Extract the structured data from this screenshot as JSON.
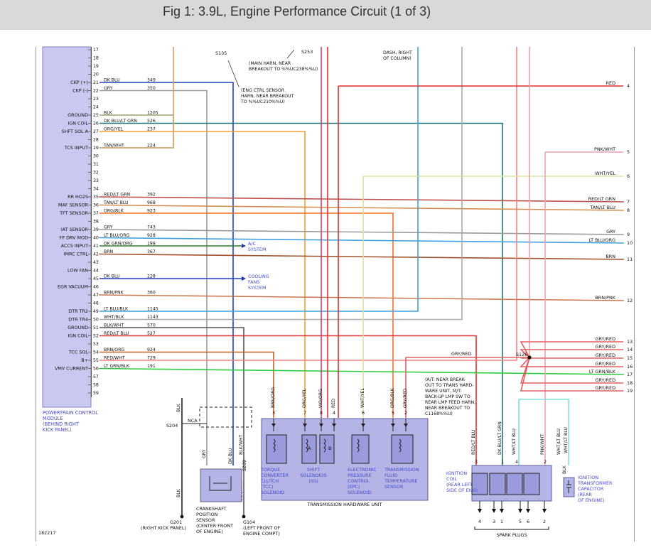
{
  "title": "Fig 1: 3.9L, Engine Performance Circuit (1 of 3)",
  "diagram_id": "182217",
  "pcm": {
    "label_lines": [
      "POWERTRAIN CONTROL",
      "MODULE",
      "(BEHIND RIGHT",
      "KICK PANEL)"
    ],
    "pin_labels": [
      {
        "pin": "17",
        "label": ""
      },
      {
        "pin": "18",
        "label": ""
      },
      {
        "pin": "19",
        "label": ""
      },
      {
        "pin": "20",
        "label": ""
      },
      {
        "pin": "21",
        "label": "CKP (+)"
      },
      {
        "pin": "22",
        "label": "CKP (-)"
      },
      {
        "pin": "23",
        "label": ""
      },
      {
        "pin": "24",
        "label": ""
      },
      {
        "pin": "25",
        "label": "GROUND"
      },
      {
        "pin": "26",
        "label": "IGN COIL"
      },
      {
        "pin": "27",
        "label": "SHFT SOL A"
      },
      {
        "pin": "28",
        "label": ""
      },
      {
        "pin": "29",
        "label": "TCS INPUT"
      },
      {
        "pin": "30",
        "label": ""
      },
      {
        "pin": "31",
        "label": ""
      },
      {
        "pin": "32",
        "label": ""
      },
      {
        "pin": "33",
        "label": ""
      },
      {
        "pin": "34",
        "label": ""
      },
      {
        "pin": "35",
        "label": "RR HO2S"
      },
      {
        "pin": "36",
        "label": "MAF SENSOR"
      },
      {
        "pin": "37",
        "label": "TFT SENSOR"
      },
      {
        "pin": "38",
        "label": ""
      },
      {
        "pin": "39",
        "label": "IAT SENSOR"
      },
      {
        "pin": "40",
        "label": "FP DRV MOD"
      },
      {
        "pin": "41",
        "label": "ACCS INPUT"
      },
      {
        "pin": "42",
        "label": "IMRC CTRL"
      },
      {
        "pin": "43",
        "label": ""
      },
      {
        "pin": "44",
        "label": "LOW FAN"
      },
      {
        "pin": "45",
        "label": ""
      },
      {
        "pin": "46",
        "label": "EGR VACUUM"
      },
      {
        "pin": "47",
        "label": ""
      },
      {
        "pin": "48",
        "label": ""
      },
      {
        "pin": "49",
        "label": "DTR TR2"
      },
      {
        "pin": "50",
        "label": "DTR TR4"
      },
      {
        "pin": "51",
        "label": "GROUND"
      },
      {
        "pin": "52",
        "label": "IGN COIL"
      },
      {
        "pin": "53",
        "label": ""
      },
      {
        "pin": "54",
        "label": "TCC SOL"
      },
      {
        "pin": "55",
        "label": "B+"
      },
      {
        "pin": "56",
        "label": "VMV CURRENT"
      },
      {
        "pin": "57",
        "label": ""
      },
      {
        "pin": "58",
        "label": ""
      },
      {
        "pin": "59",
        "label": ""
      }
    ],
    "pin_numbers_shown": [
      "17",
      "18",
      "19",
      "20",
      "21",
      "22",
      "23",
      "24",
      "25",
      "26",
      "27",
      "28",
      "29",
      "30",
      "31",
      "32",
      "33",
      "34",
      "35",
      "36",
      "37",
      "38",
      "39",
      "40",
      "41",
      "42",
      "43",
      "44",
      "45",
      "46",
      "47",
      "48",
      "49",
      "50",
      "51",
      "52",
      "53",
      "54",
      "55",
      "56",
      "57",
      "58",
      "59"
    ]
  },
  "wires": [
    {
      "pin": "21",
      "color": "DK BLU",
      "circuit": "349",
      "hex": "#1f3fbf"
    },
    {
      "pin": "22",
      "color": "GRY",
      "circuit": "350",
      "hex": "#9a9a9a"
    },
    {
      "pin": "25",
      "color": "BLK",
      "circuit": "1205",
      "hex": "#222222"
    },
    {
      "pin": "26",
      "color": "DK BLU/LT GRN",
      "circuit": "526",
      "hex": "#1f7a7a"
    },
    {
      "pin": "27",
      "color": "ORG/YEL",
      "circuit": "237",
      "hex": "#f0a030"
    },
    {
      "pin": "29",
      "color": "TAN/WHT",
      "circuit": "224",
      "hex": "#d4a060"
    },
    {
      "pin": "35",
      "color": "RED/LT GRN",
      "circuit": "392",
      "hex": "#c0504d"
    },
    {
      "pin": "36",
      "color": "TAN/LT BLU",
      "circuit": "968",
      "hex": "#d49050"
    },
    {
      "pin": "37",
      "color": "ORG/BLK",
      "circuit": "923",
      "hex": "#f07020"
    },
    {
      "pin": "39",
      "color": "GRY",
      "circuit": "743",
      "hex": "#9a9a9a"
    },
    {
      "pin": "40",
      "color": "LT BLU/ORG",
      "circuit": "928",
      "hex": "#3fa0e0"
    },
    {
      "pin": "41",
      "color": "DK GRN/ORG",
      "circuit": "198",
      "hex": "#2e7d32"
    },
    {
      "pin": "42",
      "color": "BRN",
      "circuit": "367",
      "hex": "#a0522d"
    },
    {
      "pin": "45",
      "color": "DK BLU",
      "circuit": "228",
      "hex": "#1f3fbf"
    },
    {
      "pin": "47",
      "color": "BRN/PNK",
      "circuit": "360",
      "hex": "#c87850"
    },
    {
      "pin": "49",
      "color": "LT BLU/BLK",
      "circuit": "1145",
      "hex": "#3fa0e0"
    },
    {
      "pin": "50",
      "color": "WHT/BLK",
      "circuit": "1143",
      "hex": "#888888"
    },
    {
      "pin": "51",
      "color": "BLK/WHT",
      "circuit": "570",
      "hex": "#444444"
    },
    {
      "pin": "52",
      "color": "RED/LT BLU",
      "circuit": "527",
      "hex": "#e03030"
    },
    {
      "pin": "54",
      "color": "BRN/ORG",
      "circuit": "924",
      "hex": "#c06020"
    },
    {
      "pin": "55",
      "color": "RED/WHT",
      "circuit": "729",
      "hex": "#f08080"
    },
    {
      "pin": "56",
      "color": "LT GRN/BLK",
      "circuit": "191",
      "hex": "#2ecc40"
    }
  ],
  "right_connector": [
    {
      "pin": "4",
      "color": "RED"
    },
    {
      "pin": "5",
      "color": "PNK/WHT"
    },
    {
      "pin": "6",
      "color": "WHT/YEL"
    },
    {
      "pin": "7",
      "color": "RED/LT GRN"
    },
    {
      "pin": "8",
      "color": "TAN/LT BLU"
    },
    {
      "pin": "9",
      "color": "GRY"
    },
    {
      "pin": "10",
      "color": "LT BLU/ORG"
    },
    {
      "pin": "11",
      "color": "BRN"
    },
    {
      "pin": "12",
      "color": "BRN/PNK"
    },
    {
      "pin": "13",
      "color": "GRY/RED"
    },
    {
      "pin": "14",
      "color": "GRY/RED"
    },
    {
      "pin": "15",
      "color": "GRY/RED"
    },
    {
      "pin": "16",
      "color": "GRY/RED"
    },
    {
      "pin": "17",
      "color": "LT GRN/BLK"
    },
    {
      "pin": "18",
      "color": "GRY/RED"
    },
    {
      "pin": "19",
      "color": "GRY/RED"
    }
  ],
  "notes": {
    "s135": "S135",
    "s253": "S253",
    "s204": "S204",
    "s126": "S126",
    "s269": "S269",
    "nca": "NCA",
    "eng_ctrl": [
      "(ENG CTRL SENSOR",
      "HARN, NEAR BREAKOUT",
      "TO %%UC210%%U)"
    ],
    "main_harn": [
      "(MAIN HARN, NEAR",
      "BREAKOUT TO %%UC238%%U)"
    ],
    "dash": [
      "DASH, RIGHT",
      "OF COLUMN)"
    ],
    "ac_system": [
      "A/C",
      "SYSTEM"
    ],
    "cooling": [
      "COOLING",
      "FANS",
      "SYSTEM"
    ],
    "at_note": [
      "(A/T: NEAR BREAK-",
      "OUT TO TRANS HARD-",
      "WARE UNIT, M/T:",
      "BACK-UP LMP SW TO",
      "REAR LMP FEED HARN,",
      "NEAR BREAKOUT TO",
      "C1168%%U)"
    ]
  },
  "trans": {
    "unit_label": "TRANSMISSION HARDWARE UNIT",
    "pins": [
      {
        "pin": "3",
        "color": "BRN/ORG"
      },
      {
        "pin": "7",
        "color": "ORG/YEL"
      },
      {
        "pin": "8",
        "color": "VIO/ORG"
      },
      {
        "pin": "4",
        "color": "RED"
      },
      {
        "pin": "6",
        "color": "WHT/YEL"
      },
      {
        "pin": "5",
        "color": "ORG/BLK"
      },
      {
        "pin": "2",
        "color": "GRY/RED"
      }
    ],
    "tcc": [
      "TORQUE",
      "CONVERTER",
      "CLUTCH",
      "(TCC)",
      "SOLENOID"
    ],
    "ss": [
      "SHIFT",
      "SOLENOIDS",
      "(SS)"
    ],
    "ss_a": "A",
    "ss_b": "B",
    "epc": [
      "ELECTRONIC",
      "PRESSURE",
      "CONTROL",
      "(EPC)",
      "SOLENOID"
    ],
    "tft": [
      "TRANSMISSION",
      "FLUID",
      "TEMPERATURE",
      "SENSOR"
    ]
  },
  "ckp_sensor": {
    "label": [
      "CRANKSHAFT",
      "POSITION",
      "SENSOR",
      "(CENTER FRONT",
      "OF ENGINE)"
    ],
    "wires": [
      "GRY",
      "DK BLU"
    ]
  },
  "grounds": {
    "g201": [
      "G201",
      "(RIGHT KICK PANEL)"
    ],
    "g104": [
      "G104",
      "(LEFT FRONT OF",
      "ENGINE COMPT)"
    ],
    "blk_label": "BLK",
    "blk_wht_label": "BLK/WHT"
  },
  "coil": {
    "label": [
      "IGNITION",
      "COIL",
      "(REAR LEFT",
      "SIDE OF ENG)"
    ],
    "wires": [
      {
        "pin": "3",
        "color": "RED/LT BLU"
      },
      {
        "pin": "1",
        "color": "DK BLU/LT GRN"
      },
      {
        "pin": "4",
        "color": "WHT/LT BLU"
      },
      {
        "pin": "2",
        "color": "PNK/WHT"
      }
    ],
    "spark_plug_numbers": [
      "4",
      "3",
      "1",
      "5",
      "6",
      "2"
    ],
    "spark_plugs_label": "SPARK PLUGS"
  },
  "capacitor": {
    "label": [
      "IGNITION",
      "TRANSFORMER",
      "CAPACITOR",
      "(REAR",
      "OF ENGINE)"
    ],
    "wire_label": "WHT/LT BLU",
    "blk": "BLK"
  },
  "colors": {
    "pcm_fill": "#c8c8f0",
    "component_fill": "#b4b4e6",
    "annotation_blue": "#4a4ad0",
    "arrow_blue": "#1a3aa0"
  }
}
